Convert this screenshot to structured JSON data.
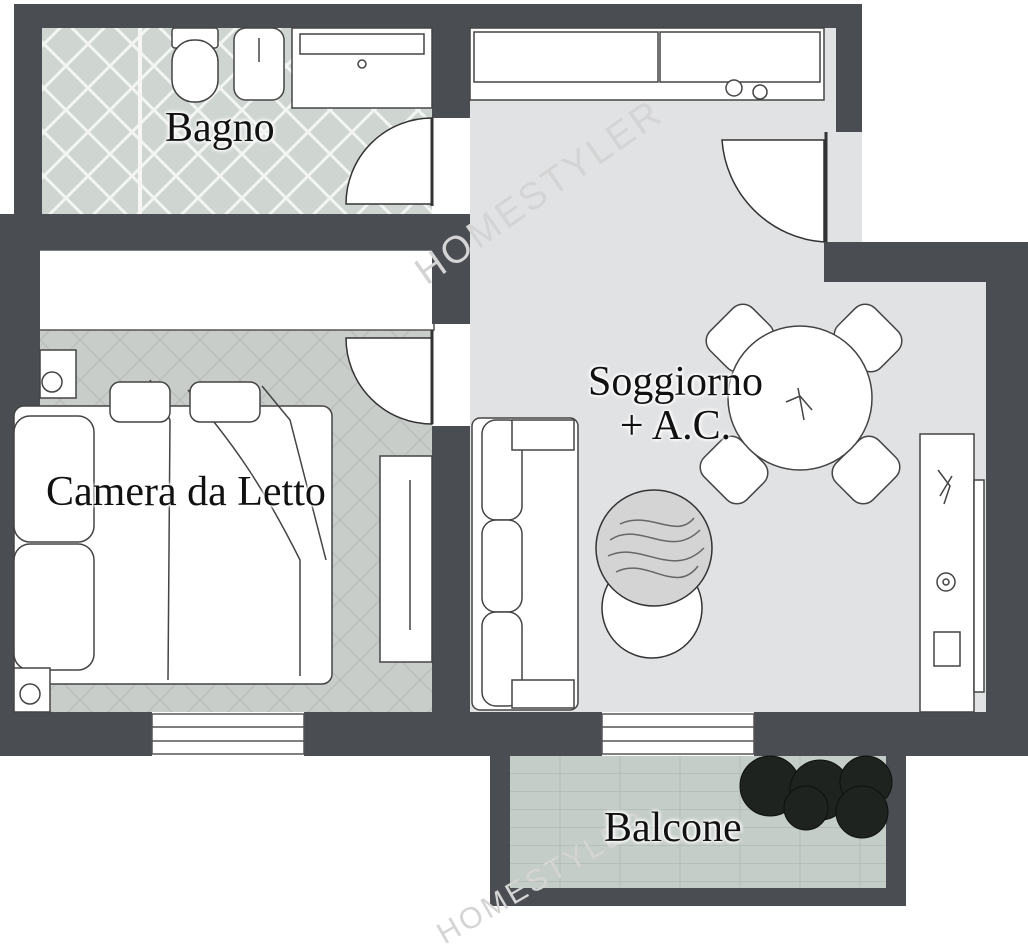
{
  "rooms": {
    "bagno": "Bagno",
    "camera": "Camera da Letto",
    "soggiorno_line1": "Soggiorno",
    "soggiorno_line2": "+ A.C.",
    "balcone": "Balcone"
  },
  "watermark": "HOMESTYLER",
  "colors": {
    "wall": "#4a4d52",
    "living_floor": "#e1e2e4",
    "bath_floor": "#cfd6d1",
    "bedroom_floor": "#c9cdca",
    "balcony_floor": "#c4cdc7",
    "plant": "#1f2320"
  }
}
